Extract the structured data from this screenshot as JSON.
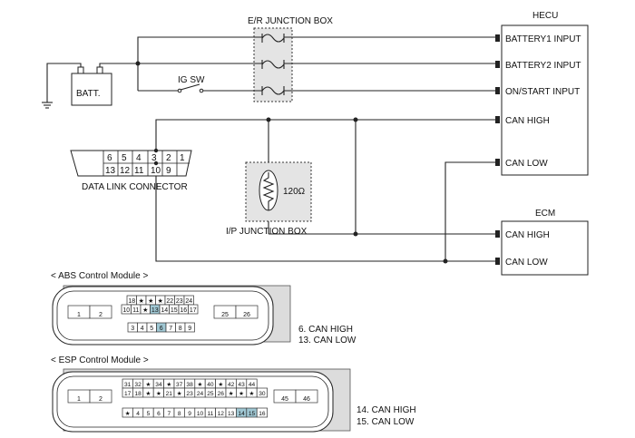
{
  "labels": {
    "er_junction": "E/R JUNCTION BOX",
    "hecu": "HECU",
    "batt": "BATT.",
    "ig_sw": "IG SW",
    "dlc": "DATA LINK CONNECTOR",
    "resistor": "120Ω",
    "ip_junction": "I/P JUNCTION BOX",
    "ecm": "ECM",
    "abs_title": "< ABS Control Module >",
    "esp_title": "< ESP Control Module >"
  },
  "hecu_pins": [
    "BATTERY1 INPUT",
    "BATTERY2 INPUT",
    "ON/START INPUT",
    "CAN HIGH",
    "CAN LOW"
  ],
  "ecm_pins": [
    "CAN HIGH",
    "CAN LOW"
  ],
  "dlc_pins": {
    "top": [
      "6",
      "5",
      "4",
      "3",
      "2",
      "1"
    ],
    "bottom": [
      "13",
      "12",
      "11",
      "10",
      "9"
    ]
  },
  "abs": {
    "left_pins": [
      "1",
      "2"
    ],
    "right_pins": [
      "25",
      "26"
    ],
    "row1": [
      "18",
      "★",
      "★",
      "★",
      "22",
      "23",
      "24"
    ],
    "row2": [
      "10",
      "11",
      "★",
      "13",
      "14",
      "15",
      "16",
      "17"
    ],
    "row3": [
      "3",
      "4",
      "5",
      "6",
      "7",
      "8",
      "9"
    ],
    "notes": [
      "6. CAN HIGH",
      "13. CAN LOW"
    ]
  },
  "esp": {
    "left_pins": [
      "1",
      "2"
    ],
    "right_pins": [
      "45",
      "46"
    ],
    "row1": [
      "31",
      "32",
      "★",
      "34",
      "★",
      "37",
      "38",
      "★",
      "40",
      "★",
      "42",
      "43",
      "44"
    ],
    "row2": [
      "17",
      "18",
      "★",
      "★",
      "21",
      "★",
      "23",
      "24",
      "25",
      "26",
      "★",
      "★",
      "★",
      "30"
    ],
    "row3": [
      "★",
      "4",
      "5",
      "6",
      "7",
      "8",
      "9",
      "10",
      "11",
      "12",
      "13",
      "14",
      "15",
      "16"
    ],
    "notes": [
      "14. CAN HIGH",
      "15. CAN LOW"
    ]
  },
  "colors": {
    "highlight_pin": "#9fc7d3",
    "module_shadow": "#dcdcdc",
    "junction_fill": "#e4e4e4"
  }
}
